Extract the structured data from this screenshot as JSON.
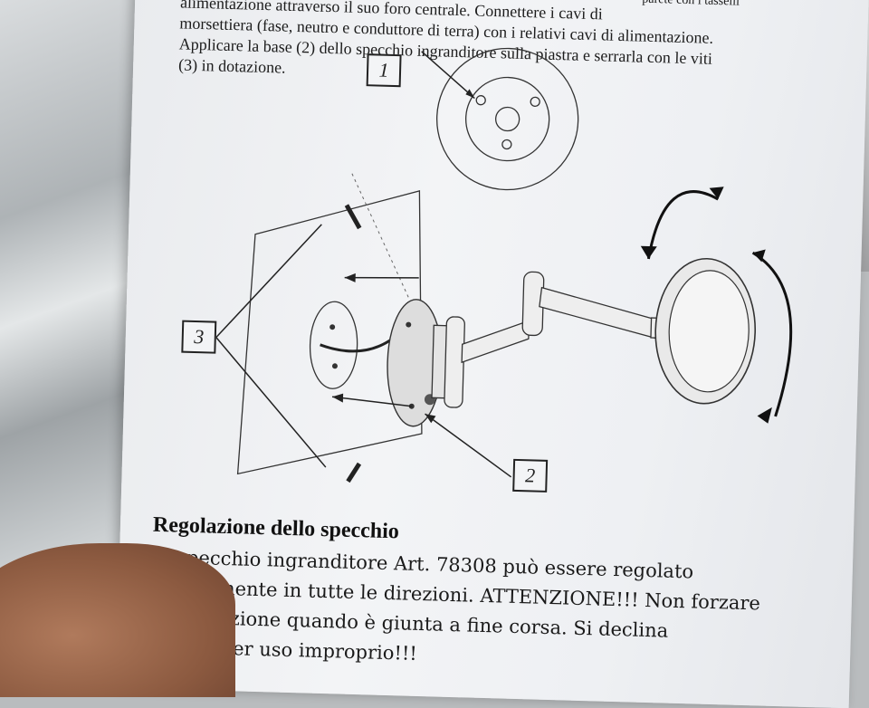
{
  "document": {
    "intro_lines": [
      "alimentazione                         attraverso il suo foro centrale. Connettere i cavi di",
      "morsettiera (fase, neutro e conduttore di terra) con i relativi cavi di alimentazione.",
      "Applicare la base (2) dello specchio ingranditore sulla piastra e serrarla con le viti",
      "(3) in dotazione."
    ],
    "top_right_fragment": "parete con i tasselli",
    "labels": {
      "one": "1",
      "two": "2",
      "three": "3"
    },
    "section_heading": "Regolazione dello specchio",
    "section_lines": [
      "Lo specchio ingranditore Art. 78308 può essere regolato",
      "manualmente in tutte le direzioni. ATTENZIONE!!! Non forzare",
      "la regolazione quando è giunta a fine corsa. Si declina",
      "     sabilità per uso improprio!!!"
    ]
  }
}
